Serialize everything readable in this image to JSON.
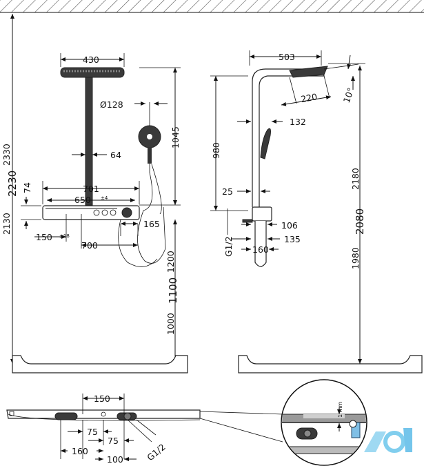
{
  "front_view": {
    "head_width": "430",
    "head_diameter": "Ø128",
    "pipe_width": "64",
    "total_height": "2330",
    "height_2230": "2230",
    "height_2130": "2130",
    "thermostat_height": "74",
    "thermostat_length": "701",
    "rail_length": "650",
    "rail_tolerance": "±4",
    "offset_150": "150",
    "offset_tolerance": "±18",
    "wall_spacing": "700",
    "side_165": "165",
    "arm_1045": "1045",
    "floor_1200": "1200",
    "floor_1100": "1100",
    "floor_1000": "1000"
  },
  "side_view": {
    "projection": "503",
    "head_depth": "220",
    "tilt_angle": "10°",
    "hand_shower": "132",
    "height_980": "980",
    "pipe_25": "25",
    "depth_106": "106",
    "thread": "G1/2",
    "depth_135": "135",
    "depth_160": "160",
    "height_2180": "2180",
    "height_2080": "2080",
    "height_1980": "1980"
  },
  "bottom_view": {
    "span_150": "150",
    "span_75a": "75",
    "span_75b": "75",
    "span_160": "160",
    "span_100": "100",
    "thread": "G1/2",
    "detail_gap": "1 mm"
  },
  "watermark": "cd"
}
